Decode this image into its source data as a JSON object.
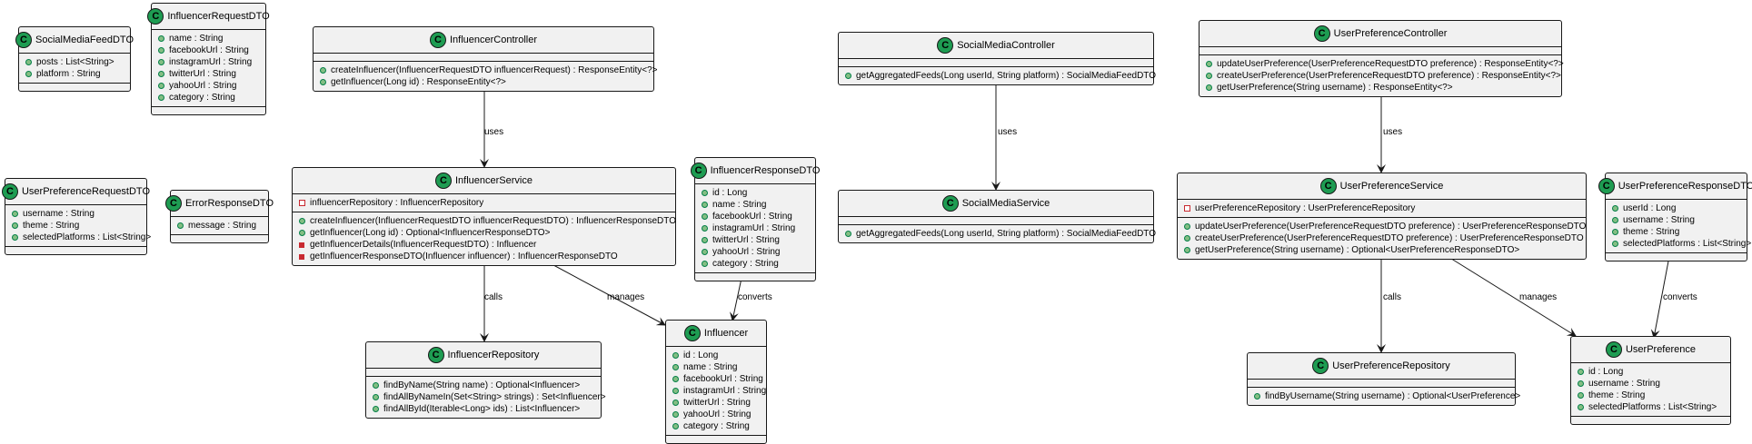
{
  "classes": {
    "SocialMediaFeedDTO": {
      "name": "SocialMediaFeedDTO",
      "stereotype": "C",
      "fields": [
        "posts : List<String>",
        "platform : String"
      ],
      "methods": []
    },
    "InfluencerRequestDTO": {
      "name": "InfluencerRequestDTO",
      "stereotype": "C",
      "fields": [
        "name : String",
        "facebookUrl : String",
        "instagramUrl : String",
        "twitterUrl : String",
        "yahooUrl : String",
        "category : String"
      ],
      "methods": []
    },
    "InfluencerController": {
      "name": "InfluencerController",
      "stereotype": "C",
      "fields": [],
      "methods": [
        "createInfluencer(InfluencerRequestDTO influencerRequest) : ResponseEntity<?>",
        "getInfluencer(Long id) : ResponseEntity<?>"
      ]
    },
    "SocialMediaController": {
      "name": "SocialMediaController",
      "stereotype": "C",
      "fields": [],
      "methods": [
        "getAggregatedFeeds(Long userId, String platform) : SocialMediaFeedDTO"
      ]
    },
    "UserPreferenceController": {
      "name": "UserPreferenceController",
      "stereotype": "C",
      "fields": [],
      "methods": [
        "updateUserPreference(UserPreferenceRequestDTO preference) : ResponseEntity<?>",
        "createUserPreference(UserPreferenceRequestDTO preference) : ResponseEntity<?>",
        "getUserPreference(String username) : ResponseEntity<?>"
      ]
    },
    "UserPreferenceRequestDTO": {
      "name": "UserPreferenceRequestDTO",
      "stereotype": "C",
      "fields": [
        "username : String",
        "theme : String",
        "selectedPlatforms : List<String>"
      ],
      "methods": []
    },
    "ErrorResponseDTO": {
      "name": "ErrorResponseDTO",
      "stereotype": "C",
      "fields": [
        "message : String"
      ],
      "methods": []
    },
    "InfluencerService": {
      "name": "InfluencerService",
      "stereotype": "C",
      "fields": [
        "influencerRepository : InfluencerRepository"
      ],
      "methods": [
        "createInfluencer(InfluencerRequestDTO influencerRequestDTO) : InfluencerResponseDTO",
        "getInfluencer(Long id) : Optional<InfluencerResponseDTO>",
        "getInfluencerDetails(InfluencerRequestDTO) : Influencer",
        "getInfluencerResponseDTO(Influencer influencer) : InfluencerResponseDTO"
      ]
    },
    "InfluencerResponseDTO": {
      "name": "InfluencerResponseDTO",
      "stereotype": "C",
      "fields": [
        "id : Long",
        "name : String",
        "facebookUrl : String",
        "instagramUrl : String",
        "twitterUrl : String",
        "yahooUrl : String",
        "category : String"
      ],
      "methods": []
    },
    "SocialMediaService": {
      "name": "SocialMediaService",
      "stereotype": "C",
      "fields": [],
      "methods": [
        "getAggregatedFeeds(Long userId, String platform) : SocialMediaFeedDTO"
      ]
    },
    "UserPreferenceService": {
      "name": "UserPreferenceService",
      "stereotype": "C",
      "fields": [
        "userPreferenceRepository : UserPreferenceRepository"
      ],
      "methods": [
        "updateUserPreference(UserPreferenceRequestDTO preference) : UserPreferenceResponseDTO",
        "createUserPreference(UserPreferenceRequestDTO preference) : UserPreferenceResponseDTO",
        "getUserPreference(String username) : Optional<UserPreferenceResponseDTO>"
      ]
    },
    "UserPreferenceResponseDTO": {
      "name": "UserPreferenceResponseDTO",
      "stereotype": "C",
      "fields": [
        "userId : Long",
        "username : String",
        "theme : String",
        "selectedPlatforms : List<String>"
      ],
      "methods": []
    },
    "InfluencerRepository": {
      "name": "InfluencerRepository",
      "stereotype": "C",
      "fields": [],
      "methods": [
        "findByName(String name) : Optional<Influencer>",
        "findAllByNameIn(Set<String> strings) : Set<Influencer>",
        "findAllById(Iterable<Long> ids) : List<Influencer>"
      ]
    },
    "Influencer": {
      "name": "Influencer",
      "stereotype": "C",
      "fields": [
        "id : Long",
        "name : String",
        "facebookUrl : String",
        "instagramUrl : String",
        "twitterUrl : String",
        "yahooUrl : String",
        "category : String"
      ],
      "methods": []
    },
    "UserPreferenceRepository": {
      "name": "UserPreferenceRepository",
      "stereotype": "C",
      "fields": [],
      "methods": [
        "findByUsername(String username) : Optional<UserPreference>"
      ]
    },
    "UserPreference": {
      "name": "UserPreference",
      "stereotype": "C",
      "fields": [
        "id : Long",
        "username : String",
        "theme : String",
        "selectedPlatforms : List<String>"
      ],
      "methods": []
    }
  },
  "relations": [
    {
      "from": "InfluencerController",
      "to": "InfluencerService",
      "label": "uses"
    },
    {
      "from": "InfluencerService",
      "to": "InfluencerRepository",
      "label": "calls"
    },
    {
      "from": "InfluencerService",
      "to": "Influencer",
      "label": "manages"
    },
    {
      "from": "InfluencerResponseDTO",
      "to": "Influencer",
      "label": "converts"
    },
    {
      "from": "SocialMediaController",
      "to": "SocialMediaService",
      "label": "uses"
    },
    {
      "from": "UserPreferenceController",
      "to": "UserPreferenceService",
      "label": "uses"
    },
    {
      "from": "UserPreferenceService",
      "to": "UserPreferenceRepository",
      "label": "calls"
    },
    {
      "from": "UserPreferenceService",
      "to": "UserPreference",
      "label": "manages"
    },
    {
      "from": "UserPreferenceResponseDTO",
      "to": "UserPreference",
      "label": "converts"
    }
  ],
  "visibility": {
    "InfluencerService.fields.0": "private",
    "InfluencerService.methods.2": "private-filled",
    "InfluencerService.methods.3": "private-filled",
    "UserPreferenceService.fields.0": "private"
  }
}
